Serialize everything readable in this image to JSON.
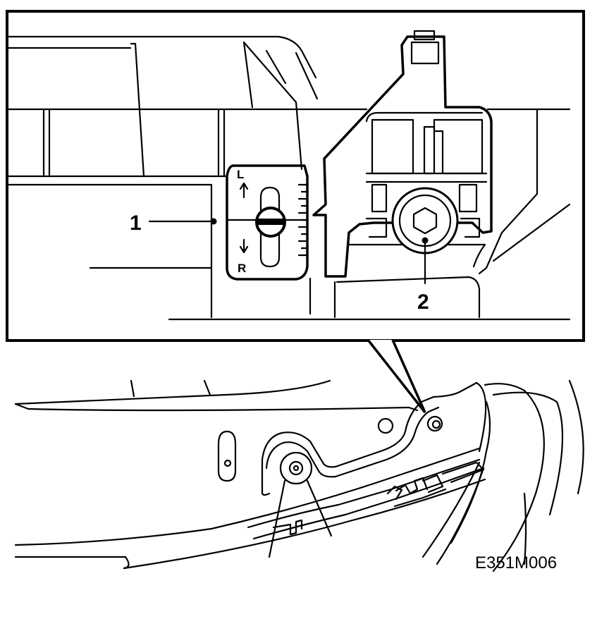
{
  "callouts": {
    "adjuster_label": "1",
    "bolt_label": "2"
  },
  "scale": {
    "top_letter": "L",
    "bottom_letter": "R"
  },
  "figure_code": "E351M006",
  "colors": {
    "ink": "#000000",
    "paper": "#ffffff"
  }
}
